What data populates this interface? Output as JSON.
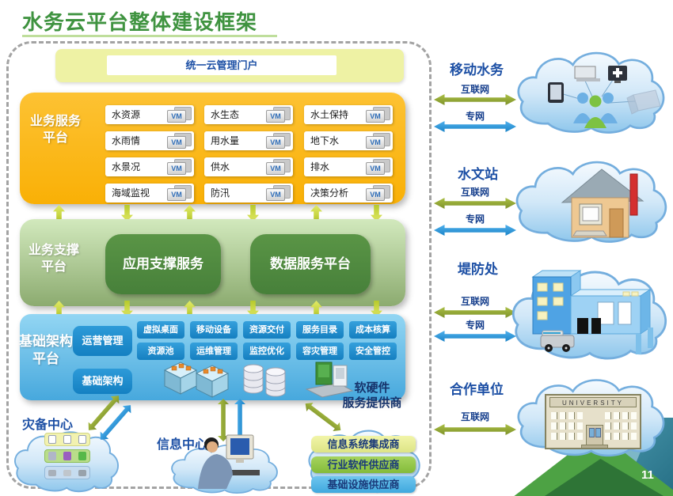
{
  "title": "水务云平台整体建设框架",
  "page_number": "11",
  "portal": {
    "label": "统一云管理门户"
  },
  "bsp": {
    "label": "业务服务平台",
    "vm": "VM",
    "services": [
      "水资源",
      "水生态",
      "水土保持",
      "水雨情",
      "用水量",
      "地下水",
      "水景况",
      "供水",
      "排水",
      "海域监视",
      "防汛",
      "决策分析"
    ]
  },
  "support": {
    "label": "业务支撑平台",
    "boxes": [
      "应用支撑服务",
      "数据服务平台"
    ]
  },
  "infra": {
    "label": "基础架构平台",
    "operation": "运营管理",
    "foundation": "基础架构",
    "items": [
      "虚拟桌面",
      "移动设备",
      "资源交付",
      "服务目录",
      "成本核算",
      "资源池",
      "运维管理",
      "监控优化",
      "容灾管理",
      "安全管控"
    ]
  },
  "bottom": {
    "disaster_center": "灾备中心",
    "info_center": "信息中心",
    "provider_title": {
      "line1": "软硬件",
      "line2": "服务提供商"
    },
    "providers": [
      "信息系统集成商",
      "行业软件供应商",
      "基础设施供应商"
    ]
  },
  "right": {
    "sections": [
      {
        "title": "移动水务",
        "net1": "互联网",
        "net2": "专网"
      },
      {
        "title": "水文站",
        "net1": "互联网",
        "net2": "专网"
      },
      {
        "title": "堤防处",
        "net1": "互联网",
        "net2": "专网"
      },
      {
        "title": "合作单位",
        "net1": "互联网"
      }
    ],
    "university": "UNIVERSITY"
  },
  "colors": {
    "title_green": "#3f9340",
    "orange_platform": "#f9b006",
    "green_platform": "#8cab70",
    "green_box": "#47803a",
    "blue_platform": "#47a8dd",
    "blue_box": "#157fc0",
    "olive_arrow": "#8fa62e",
    "blue_arrow": "#1b84c8",
    "link_text": "#153e8c",
    "portal_yellow": "#eef2a4"
  }
}
